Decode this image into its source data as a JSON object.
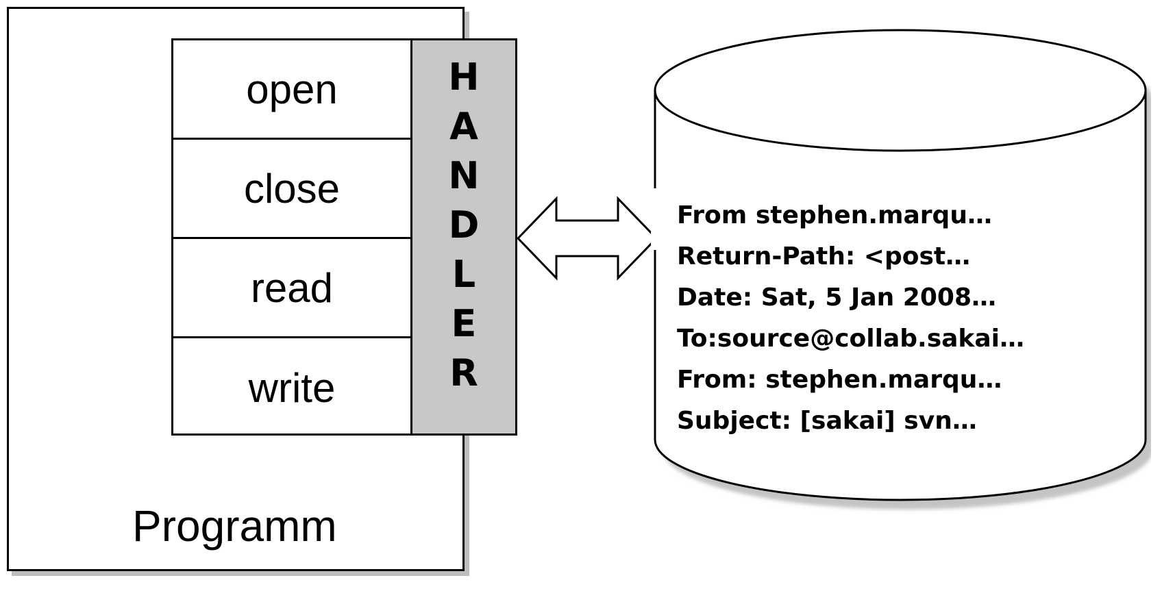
{
  "program": {
    "label": "Programm",
    "operations": [
      "open",
      "close",
      "read",
      "write"
    ],
    "handler_letters": [
      "H",
      "A",
      "N",
      "D",
      "L",
      "E",
      "R"
    ]
  },
  "database": {
    "lines": [
      "From stephen.marqu…",
      "Return-Path: <post…",
      "Date: Sat, 5 Jan 2008…",
      "To:source@collab.sakai…",
      "From: stephen.marqu…",
      "Subject: [sakai] svn…"
    ]
  },
  "colors": {
    "handler_fill": "#c8c8c8",
    "shadow": "#bdbdbd",
    "stroke": "#000000"
  }
}
